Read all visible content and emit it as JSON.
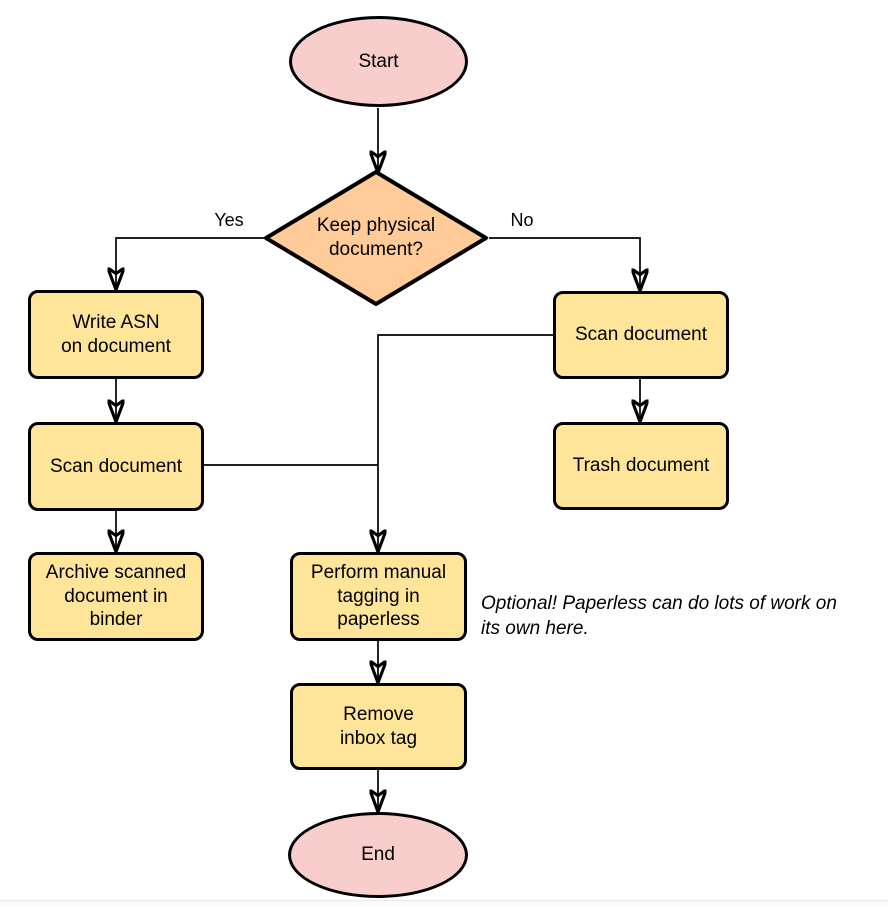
{
  "diagram": {
    "nodes": {
      "start": {
        "label": "Start"
      },
      "decision": {
        "label": "Keep physical\ndocument?"
      },
      "write_asn": {
        "label": "Write ASN\non document"
      },
      "scan_left": {
        "label": "Scan document"
      },
      "archive": {
        "label": "Archive scanned\ndocument in\nbinder"
      },
      "scan_right": {
        "label": "Scan document"
      },
      "trash": {
        "label": "Trash document"
      },
      "tagging": {
        "label": "Perform manual\ntagging in\npaperless"
      },
      "remove_inbox": {
        "label": "Remove\ninbox tag"
      },
      "end": {
        "label": "End"
      }
    },
    "edge_labels": {
      "yes": "Yes",
      "no": "No"
    },
    "note": "Optional! Paperless can do lots of work on\nits own here.",
    "colors": {
      "terminator_fill": "#F8CECC",
      "decision_fill": "#FFCC99",
      "process_fill": "#FFE599",
      "stroke": "#000000",
      "background": "#FFFFFF"
    }
  }
}
